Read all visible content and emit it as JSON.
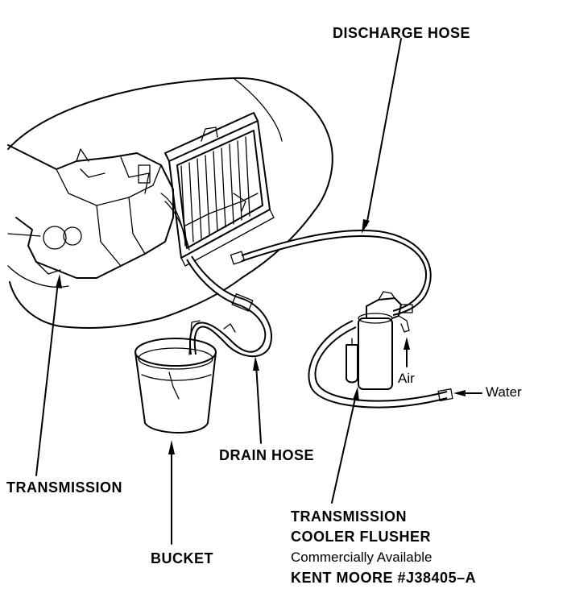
{
  "labels": {
    "discharge_hose": "DISCHARGE HOSE",
    "transmission": "TRANSMISSION",
    "drain_hose": "DRAIN HOSE",
    "bucket": "BUCKET",
    "air": "Air",
    "water": "Water",
    "flusher_line1": "TRANSMISSION",
    "flusher_line2": "COOLER FLUSHER",
    "flusher_line3": "Commercially Available",
    "flusher_line4": "KENT MOORE #J38405–A"
  }
}
